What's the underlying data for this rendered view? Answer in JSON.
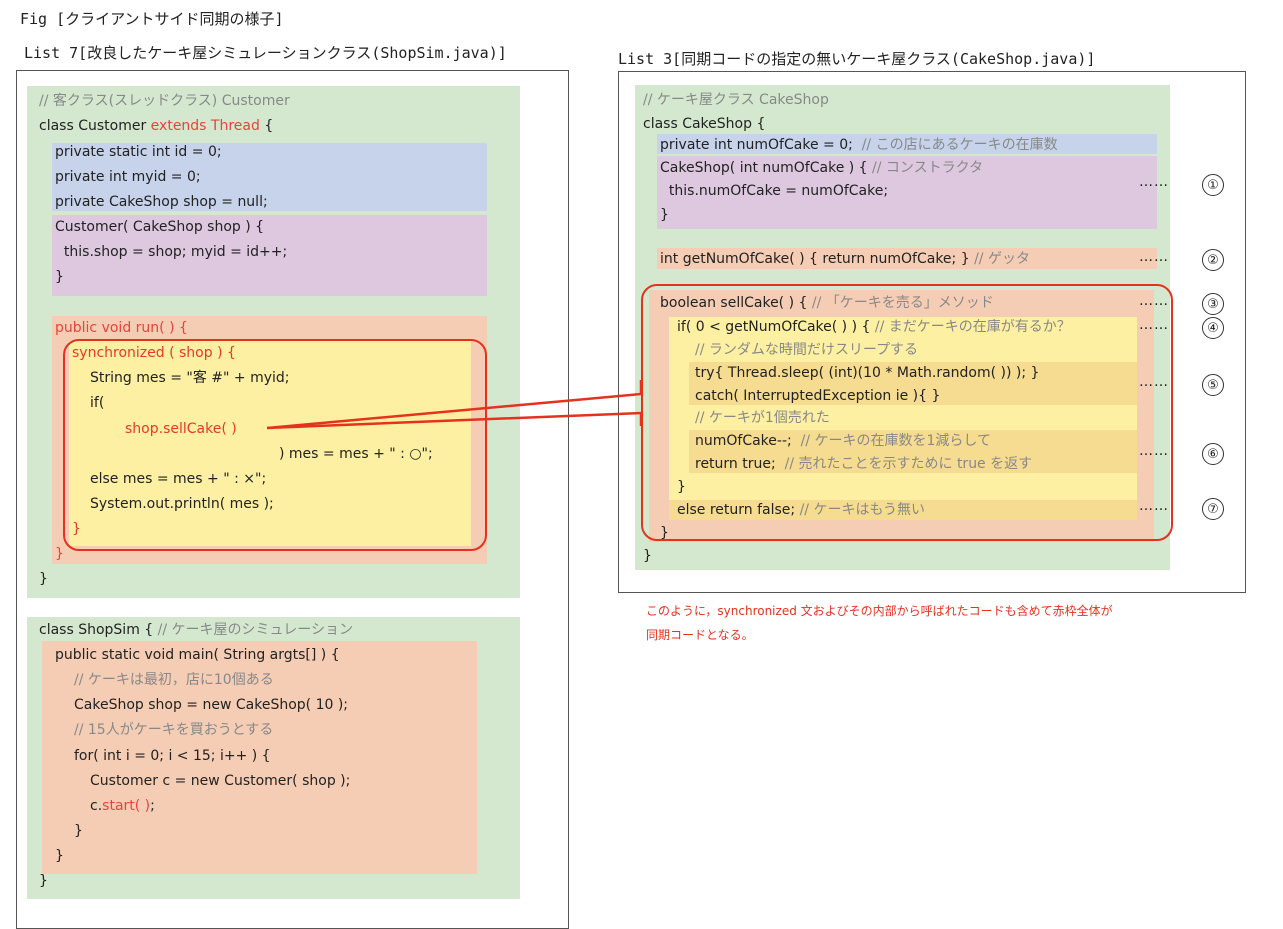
{
  "fig_title": "Fig [クライアントサイド同期の様子]",
  "left": {
    "title": "List 7[改良したケーキ屋シミュレーションクラス(ShopSim.java)]",
    "customer": {
      "comment": "// 客クラス(スレッドクラス) Customer",
      "decl_class": "class Customer ",
      "decl_extends": "extends Thread",
      "decl_brace": " {",
      "fields": [
        "private static int id = 0;",
        "private int myid = 0;",
        "private CakeShop shop = null;"
      ],
      "ctor": [
        "Customer( CakeShop shop ) {",
        "  this.shop = shop; myid = id++;",
        "}"
      ],
      "run_open": "public void run( ) {",
      "sync_open": "synchronized ( shop ) {",
      "body": [
        "String mes = \"客 #\" + myid;",
        "if("
      ],
      "sellcake": "shop.sellCake( )",
      "mes_ok": ") mes = mes + \" : ○\";",
      "body2": [
        "else mes = mes + \" : ×\";",
        "System.out.println( mes );"
      ],
      "sync_close": "}",
      "run_close": "}",
      "class_close": "}"
    },
    "shopsim": {
      "decl": "class ShopSim { ",
      "decl_comment": "// ケーキ屋のシミュレーション",
      "main_open": "public static void main( String argts[] ) {",
      "c1": "// ケーキは最初，店に10個ある",
      "l1": "CakeShop shop = new CakeShop( 10 );",
      "c2": "// 15人がケーキを買おうとする",
      "l2": "for( int i = 0; i < 15; i++ ) {",
      "l3": "Customer c = new Customer( shop );",
      "l4a": "c.",
      "l4b": "start( )",
      "l4c": ";",
      "l5": "}",
      "l6": "}",
      "l7": "}"
    }
  },
  "right": {
    "title": "List 3[同期コードの指定の無いケーキ屋クラス(CakeShop.java)]",
    "comment": "// ケーキ屋クラス CakeShop",
    "decl": "class CakeShop {",
    "field_code": "private int numOfCake = 0;  ",
    "field_comment": "// この店にあるケーキの在庫数",
    "ctor_code": "CakeShop( int numOfCake ) { ",
    "ctor_comment": "// コンストラクタ",
    "ctor_body": "  this.numOfCake = numOfCake;",
    "ctor_close": "}",
    "getter_code": "int getNumOfCake( ) { return numOfCake; } ",
    "getter_comment": "// ゲッタ",
    "sell_code": "boolean sellCake( ) { ",
    "sell_comment": "// 「ケーキを売る」メソッド",
    "if_code": "if( 0 < getNumOfCake( ) ) { ",
    "if_comment": "// まだケーキの在庫が有るか？",
    "sleep_comment": "// ランダムな時間だけスリープする",
    "try_code": "try{ Thread.sleep( (int)(10 * Math.random( )) ); }",
    "catch_code": "catch( InterruptedException ie ){ }",
    "sold_comment": "// ケーキが1個売れた",
    "dec_code": "numOfCake--;  ",
    "dec_comment": "// ケーキの在庫数を1減らして",
    "ret_code": "return true;  ",
    "ret_comment": "// 売れたことを示すために true を返す",
    "if_close": "}",
    "else_code": "else return false; ",
    "else_comment": "// ケーキはもう無い",
    "sell_close": "}",
    "class_close": "}",
    "markers": [
      "……",
      "①",
      "②",
      "③",
      "④",
      "⑤",
      "⑥",
      "⑦"
    ]
  },
  "note": [
    "このように，synchronized 文およびその内部から呼ばれたコードも含めて赤枠全体が",
    "同期コードとなる。"
  ],
  "colors": {
    "class_bg": "#d4e8cf",
    "field_bg": "#c6d3ea",
    "method_bg": "#ddc8e0",
    "run_bg": "#f5cdb5",
    "sync_bg": "#fdf0a2",
    "highlight_red": "#e5321e"
  }
}
